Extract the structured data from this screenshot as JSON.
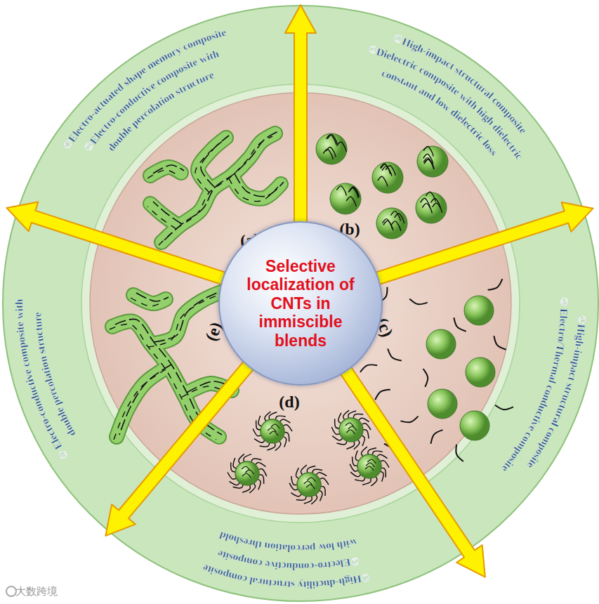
{
  "diagram": {
    "nodes": [
      {
        "text": [
          "Selective localization of CNTs in immiscible blends"
        ]
      }
    ],
    "labels": [
      "①Electro-actuated shape memory composite",
      "②Electro-conductive composite with double percolation structure",
      "①High-impact structural composite",
      "②Dielectric composite with high dielectric constant and low dielectric loss",
      "①High-impact structural composite",
      "② Electro/Thermal conductive composite",
      "①High-ductility structural composite",
      "②Electro-conductive composite with low percolation threshold",
      "① Electro-conductive composite with double percolation structure",
      "(a)",
      "(b)",
      "(c)",
      "(d)",
      "(e)",
      "大数跨境"
    ]
  }
}
